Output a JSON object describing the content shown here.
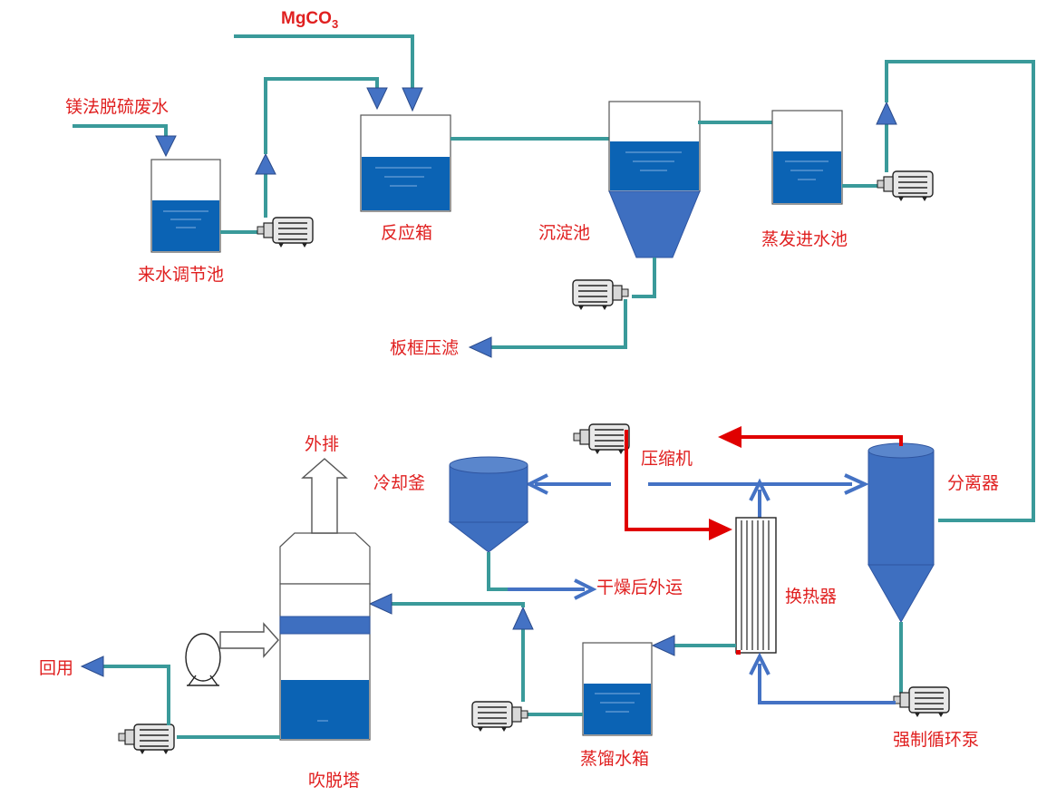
{
  "labels": {
    "mgco3_main": "MgCO",
    "mgco3_sub": "3",
    "wastewater": "镁法脱硫废水",
    "regulating_tank": "来水调节池",
    "reaction_tank": "反应箱",
    "sedimentation_tank": "沉淀池",
    "evap_feed_tank": "蒸发进水池",
    "filter_press": "板框压滤",
    "compressor": "压缩机",
    "separator": "分离器",
    "cooling_kettle": "冷却釜",
    "dried_out": "干燥后外运",
    "heat_exchanger": "换热器",
    "discharge": "外排",
    "reuse": "回用",
    "stripping_tower": "吹脱塔",
    "distilled_tank": "蒸馏水箱",
    "forced_pump": "强制循环泵"
  },
  "colors": {
    "label_red": "#e02020",
    "pipe_teal": "#3a9a9a",
    "pipe_blue": "#4472c4",
    "pipe_red": "#e00000",
    "water_blue": "#0b63b4",
    "vessel_blue": "#3e6fc0"
  }
}
